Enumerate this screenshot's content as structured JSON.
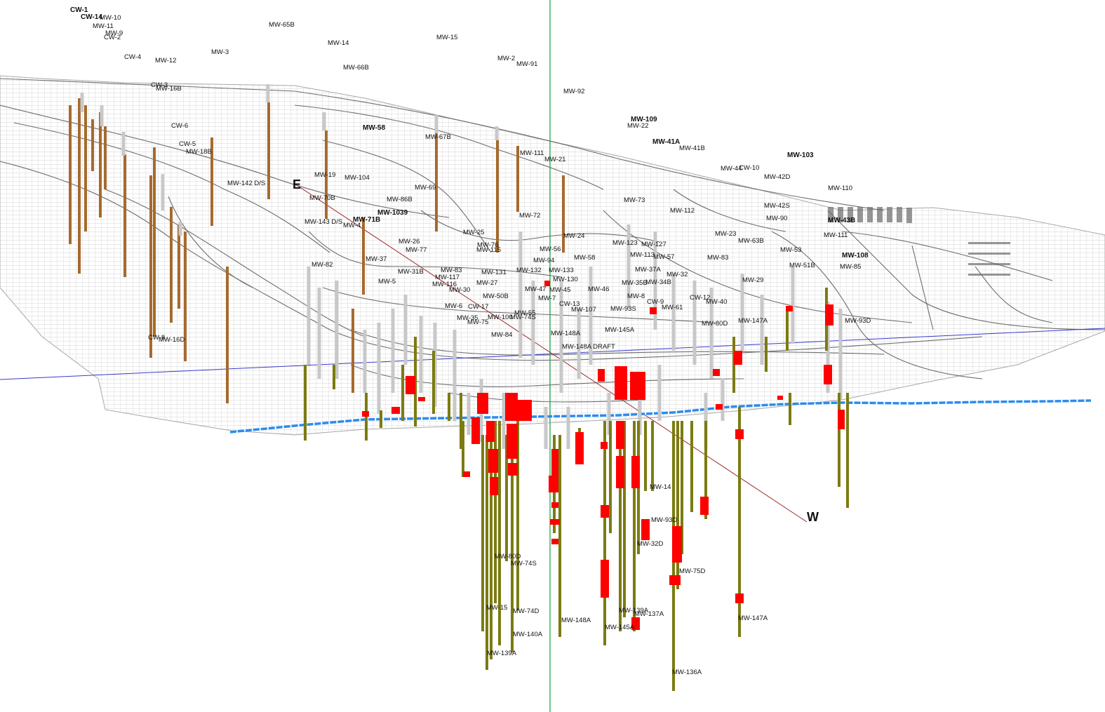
{
  "scene": {
    "colors": {
      "background": "#ffffff",
      "mesh": "#c8c8c8",
      "contour": "#555555",
      "casing_upper": "#a66a2e",
      "casing_lower": "#7b7b12",
      "screen_gray": "#c8c8c8",
      "contaminant": "#ff0000",
      "water_table": "#2a8cf0",
      "section_line": "#9b2a2a",
      "horizon_line": "#3a3acc",
      "vertical_axis": "#2aa54a"
    },
    "section_labels": {
      "east": "E",
      "west": "W"
    },
    "well_labels": [
      "CW-1",
      "CW-14",
      "MW-10",
      "MW-11",
      "MW-9",
      "CW-2",
      "MW-65B",
      "MW-15",
      "MW-14",
      "MW-3",
      "CW-4",
      "MW-12",
      "MW-2",
      "MW-91",
      "MW-66B",
      "CW-3",
      "MW-16B",
      "MW-92",
      "MW-109",
      "MW-22",
      "CW-6",
      "MW-58",
      "MW-67B",
      "CW-5",
      "MW-18B",
      "MW-111",
      "MW-21",
      "MW-41A",
      "MW-41B",
      "MW-103",
      "MW-44",
      "CW-10",
      "MW-42D",
      "MW-110",
      "MW-19",
      "MW-104",
      "MW-142 D/S",
      "MW-70B",
      "MW-69",
      "MW-86B",
      "MW-73",
      "MW-42S",
      "MW-112",
      "MW-1039",
      "MW-72",
      "MW-143 D/S",
      "MW-4",
      "MW-71B",
      "MW-43B",
      "MW-90",
      "MW-25",
      "MW-24",
      "MW-23",
      "MW-63B",
      "MW-26",
      "MW-76",
      "MW-115",
      "MW-56",
      "MW-123",
      "MW-127",
      "MW-77",
      "MW-94",
      "MW-58",
      "MW-113",
      "MW-57",
      "MW-83",
      "MW-53",
      "MW-51B",
      "MW-108",
      "MW-85",
      "MW-111",
      "MW-82",
      "MW-37",
      "MW-31B",
      "MW-83",
      "MW-131",
      "MW-132",
      "MW-133",
      "MW-117",
      "MW-130",
      "MW-37A",
      "MW-32",
      "MW-29",
      "MW-5",
      "MW-116",
      "MW-27",
      "MW-45",
      "MW-46",
      "MW-35B",
      "MW-34B",
      "MW-30",
      "MW-50B",
      "MW-47",
      "MW-7",
      "MW-8",
      "CW-12",
      "CW-13",
      "MW-40",
      "MW-6",
      "CW-17",
      "MW-93S",
      "MW-61",
      "CW-9",
      "MW-107",
      "MW-55",
      "MW-100",
      "MW-74S",
      "MW-148A",
      "MW-35",
      "MW-75",
      "MW-145A",
      "MW-147A",
      "MW-93D",
      "MW-80D",
      "MW-84",
      "CW-8",
      "MW-16D",
      "MW-148A DRAFT",
      "MW-14",
      "MW-93D",
      "MW-32D",
      "MW-80D",
      "MW-74S",
      "MW-75D",
      "MW-15",
      "MW-74D",
      "MW-148A",
      "MW-139A",
      "MW-137A",
      "MW-147A",
      "MW-145A",
      "MW-140A",
      "MW-139A",
      "MW-136A"
    ]
  }
}
